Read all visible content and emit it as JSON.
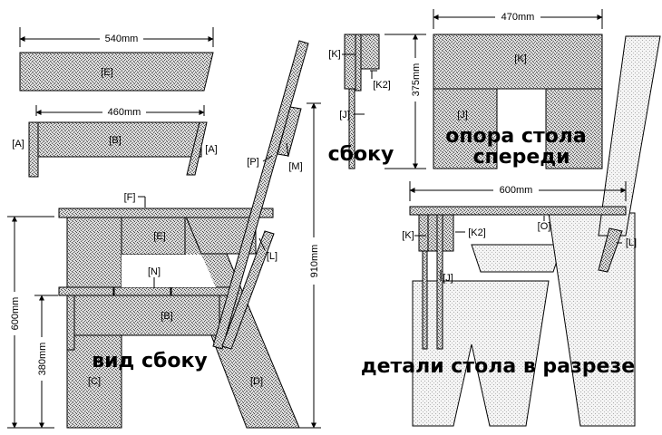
{
  "captions": {
    "side_view": "вид сбоку",
    "side": "сбоку",
    "table_support_front": "опора стола\nспереди",
    "table_parts_section": "детали стола в разрезе"
  },
  "dimensions": {
    "d540": "540mm",
    "d460": "460mm",
    "d470": "470mm",
    "d375": "375mm",
    "d600_top": "600mm",
    "d600_left": "600mm",
    "d380": "380mm",
    "d910": "910mm"
  },
  "labels": {
    "E_top": "[E]",
    "A_left": "[A]",
    "B_top": "[B]",
    "A_right": "[A]",
    "F": "[F]",
    "E_mid": "[E]",
    "N": "[N]",
    "B_mid": "[B]",
    "C": "[C]",
    "D": "[D]",
    "P": "[P]",
    "M": "[M]",
    "L": "[L]",
    "K_side": "[K]",
    "J_side": "[J]",
    "K2_side": "[K2]",
    "K_front": "[K]",
    "J_front": "[J]",
    "K_sec": "[K]",
    "K2_sec": "[K2]",
    "O": "[O]",
    "J_sec": "[J]",
    "L_sec": "[L]"
  }
}
